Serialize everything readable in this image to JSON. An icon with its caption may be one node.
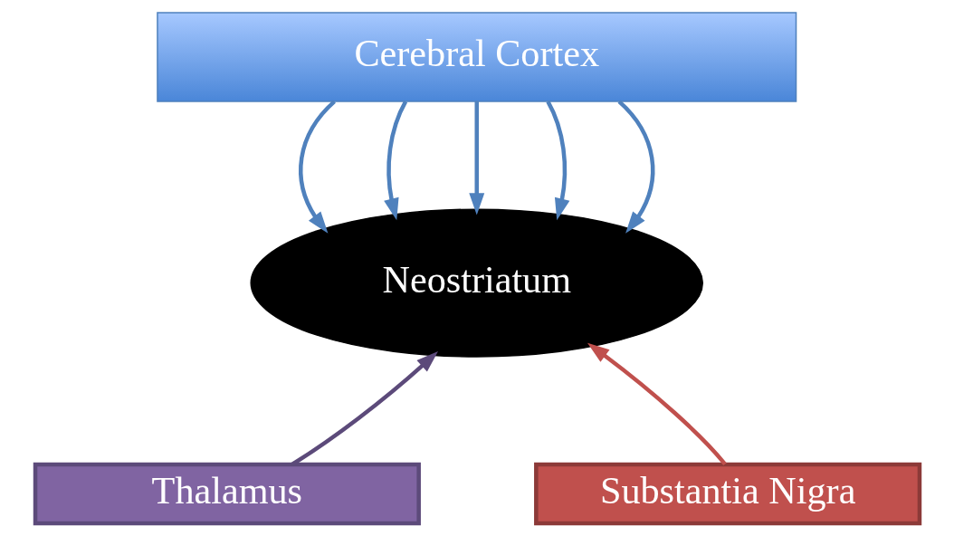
{
  "diagram": {
    "nodes": [
      {
        "text": [
          "Cerebral Cortex"
        ]
      },
      {
        "text": [
          "Neostriatum"
        ]
      },
      {
        "text": [
          "Thalamus"
        ]
      },
      {
        "text": [
          "Substantia Nigra"
        ]
      }
    ],
    "edges": [
      {
        "from": 0,
        "to": 1,
        "arrow": "to",
        "color": "#4f81bd"
      },
      {
        "from": 0,
        "to": 1,
        "arrow": "to",
        "color": "#4f81bd"
      },
      {
        "from": 0,
        "to": 1,
        "arrow": "to",
        "color": "#4f81bd"
      },
      {
        "from": 0,
        "to": 1,
        "arrow": "to",
        "color": "#4f81bd"
      },
      {
        "from": 0,
        "to": 1,
        "arrow": "to",
        "color": "#4f81bd"
      },
      {
        "from": 2,
        "to": 1,
        "arrow": "to",
        "color": "#5c4a7a"
      },
      {
        "from": 3,
        "to": 1,
        "arrow": "to",
        "color": "#c0504d"
      }
    ]
  }
}
